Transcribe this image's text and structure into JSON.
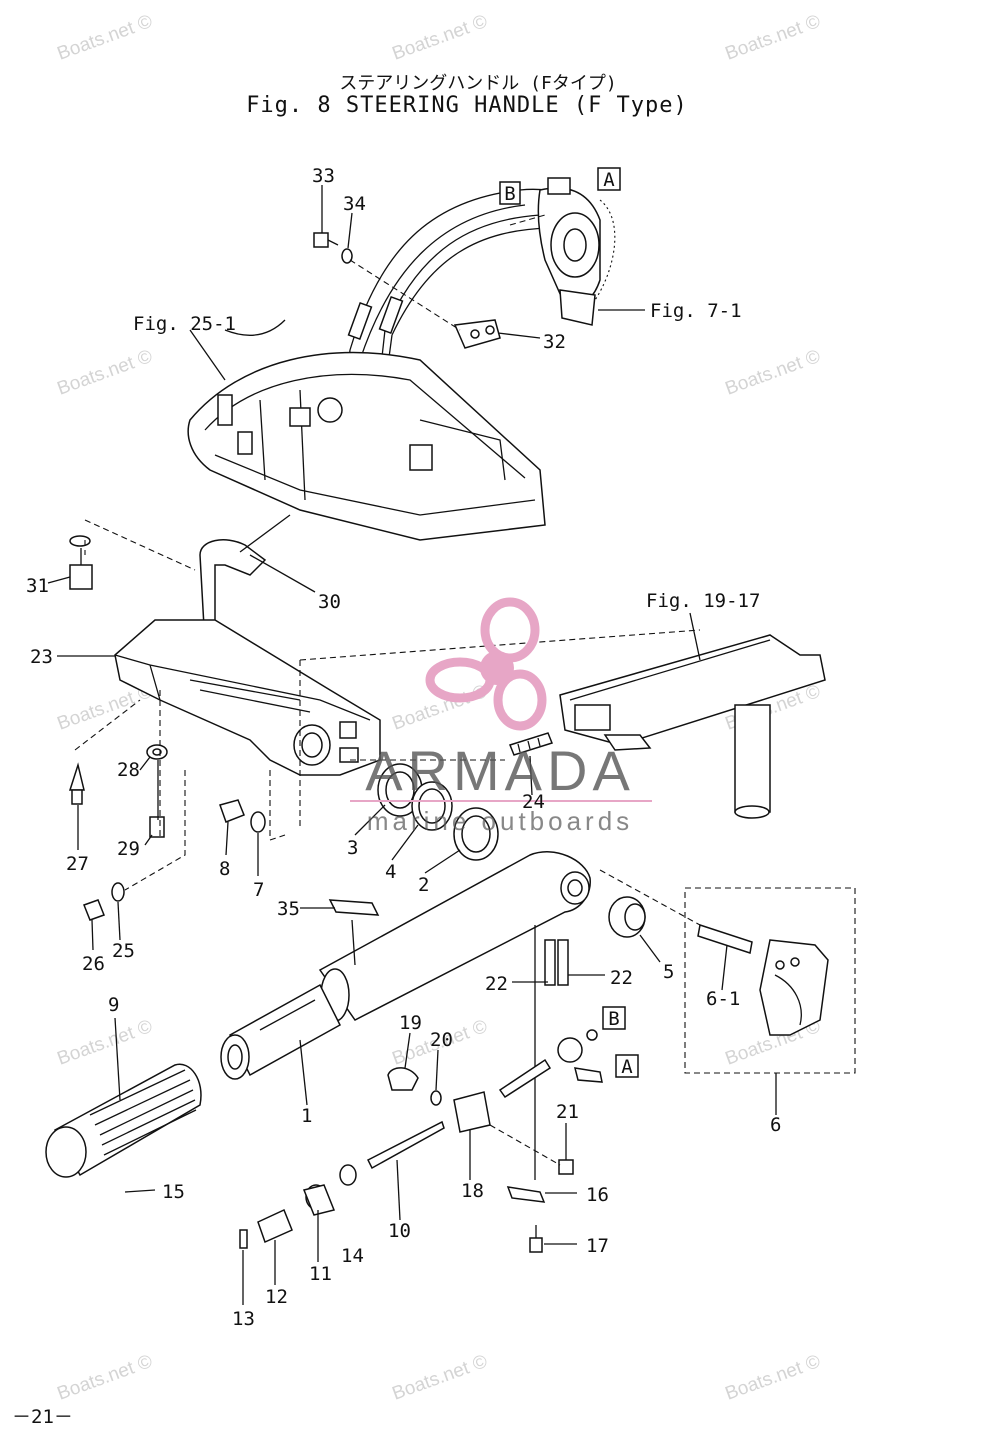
{
  "title_jp": "ステアリングハンドル (Fタイプ)",
  "title_en": "Fig. 8  STEERING HANDLE (F Type)",
  "page_number": "－21－",
  "watermark_text": "Boats.net ©",
  "brand": {
    "name": "ARMADA",
    "tagline": "marine outboards",
    "color": "#e7a6c6",
    "text_color": "#555555"
  },
  "refs": {
    "fig_25_1": "Fig. 25-1",
    "fig_7_1": "Fig. 7-1",
    "fig_19_17": "Fig. 19-17",
    "box_a": "A",
    "box_b": "B"
  },
  "part_labels": {
    "p1": "1",
    "p2": "2",
    "p3": "3",
    "p4": "4",
    "p5": "5",
    "p6": "6",
    "p6_1": "6-1",
    "p7": "7",
    "p8": "8",
    "p9": "9",
    "p10": "10",
    "p11": "11",
    "p12": "12",
    "p13": "13",
    "p14": "14",
    "p15": "15",
    "p16": "16",
    "p17": "17",
    "p18": "18",
    "p19": "19",
    "p20": "20",
    "p21": "21",
    "p22a": "22",
    "p22b": "22",
    "p23": "23",
    "p24": "24",
    "p25": "25",
    "p26": "26",
    "p27": "27",
    "p28": "28",
    "p29": "29",
    "p30": "30",
    "p31": "31",
    "p32": "32",
    "p33": "33",
    "p34": "34",
    "p35": "35"
  }
}
